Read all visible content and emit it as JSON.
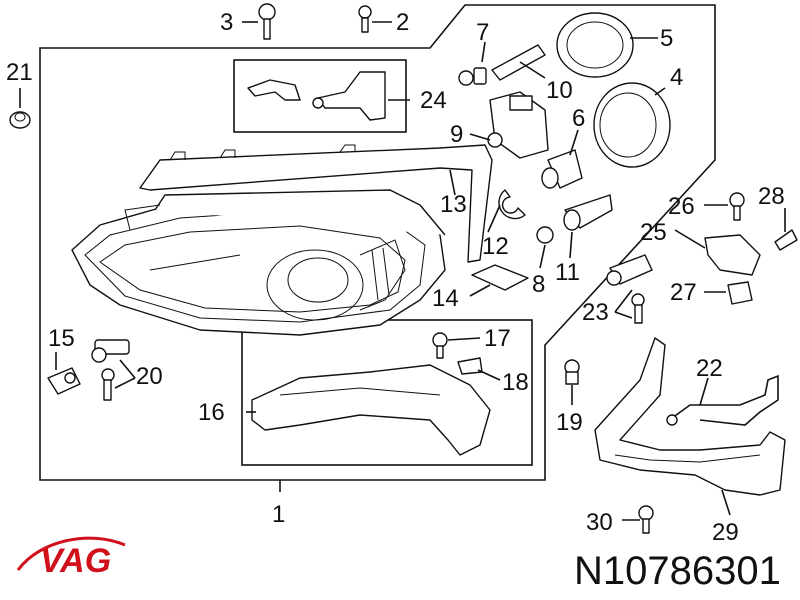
{
  "brand": {
    "name": "VAG",
    "color": "#d0101a"
  },
  "part_number": "N10786301",
  "callouts": {
    "c1": "1",
    "c2": "2",
    "c3": "3",
    "c4": "4",
    "c5": "5",
    "c6": "6",
    "c7": "7",
    "c8": "8",
    "c9": "9",
    "c10": "10",
    "c11": "11",
    "c12": "12",
    "c13": "13",
    "c14": "14",
    "c15": "15",
    "c16": "16",
    "c17": "17",
    "c18": "18",
    "c19": "19",
    "c20": "20",
    "c21": "21",
    "c22": "22",
    "c23": "23",
    "c24": "24",
    "c25": "25",
    "c26": "26",
    "c27": "27",
    "c28": "28",
    "c29": "29",
    "c30": "30"
  }
}
